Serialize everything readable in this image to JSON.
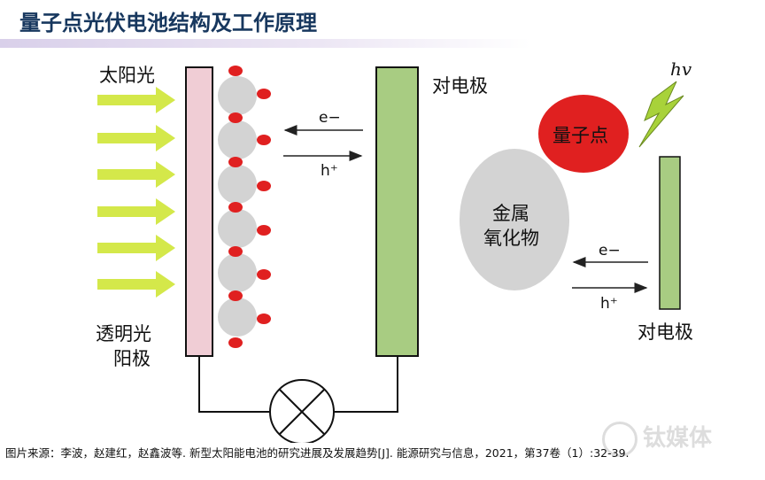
{
  "title": "量子点光伏电池结构及工作原理",
  "labels": {
    "sunlight": "太阳光",
    "photoanode_line1": "透明光",
    "photoanode_line2": "阳极",
    "counter_electrode_left": "对电极",
    "counter_electrode_right": "对电极",
    "electron_left": "e−",
    "hole_left": "h⁺",
    "electron_right": "e−",
    "hole_right": "h⁺",
    "hv": "hv",
    "quantum_dot": "量子点",
    "metal_oxide_line1": "金属",
    "metal_oxide_line2": "氧化物"
  },
  "caption": "图片来源：李波，赵建红，赵鑫波等. 新型太阳能电池的研究进展及发展趋势[J]. 能源研究与信息，2021，第37卷（1）:32-39.",
  "watermark": "钛媒体",
  "colors": {
    "title": "#17375e",
    "sun_arrow": "#d4e84a",
    "photoanode": "#f0cdd5",
    "electrode": "#a8cc82",
    "quantum_dot": "#e02020",
    "oxide": "#d3d3d3",
    "lightning": "#a8d23a"
  }
}
